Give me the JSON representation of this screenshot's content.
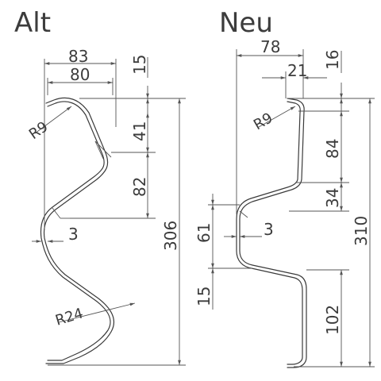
{
  "titles": {
    "left": "Alt",
    "right": "Neu"
  },
  "alt": {
    "dims": {
      "width_outer": "83",
      "width_inner": "80",
      "top_offset": "15",
      "radius_top": "R9",
      "upper_height": "41",
      "mid_height": "82",
      "thickness": "3",
      "total_height": "306",
      "radius_lower": "R24"
    }
  },
  "neu": {
    "dims": {
      "width": "78",
      "flange": "21",
      "top_offset": "16",
      "radius_top": "R9",
      "upper_height": "84",
      "step_height": "34",
      "web_height": "61",
      "thickness": "3",
      "total_height": "310",
      "lower_offset": "15",
      "lower_height": "102"
    }
  }
}
